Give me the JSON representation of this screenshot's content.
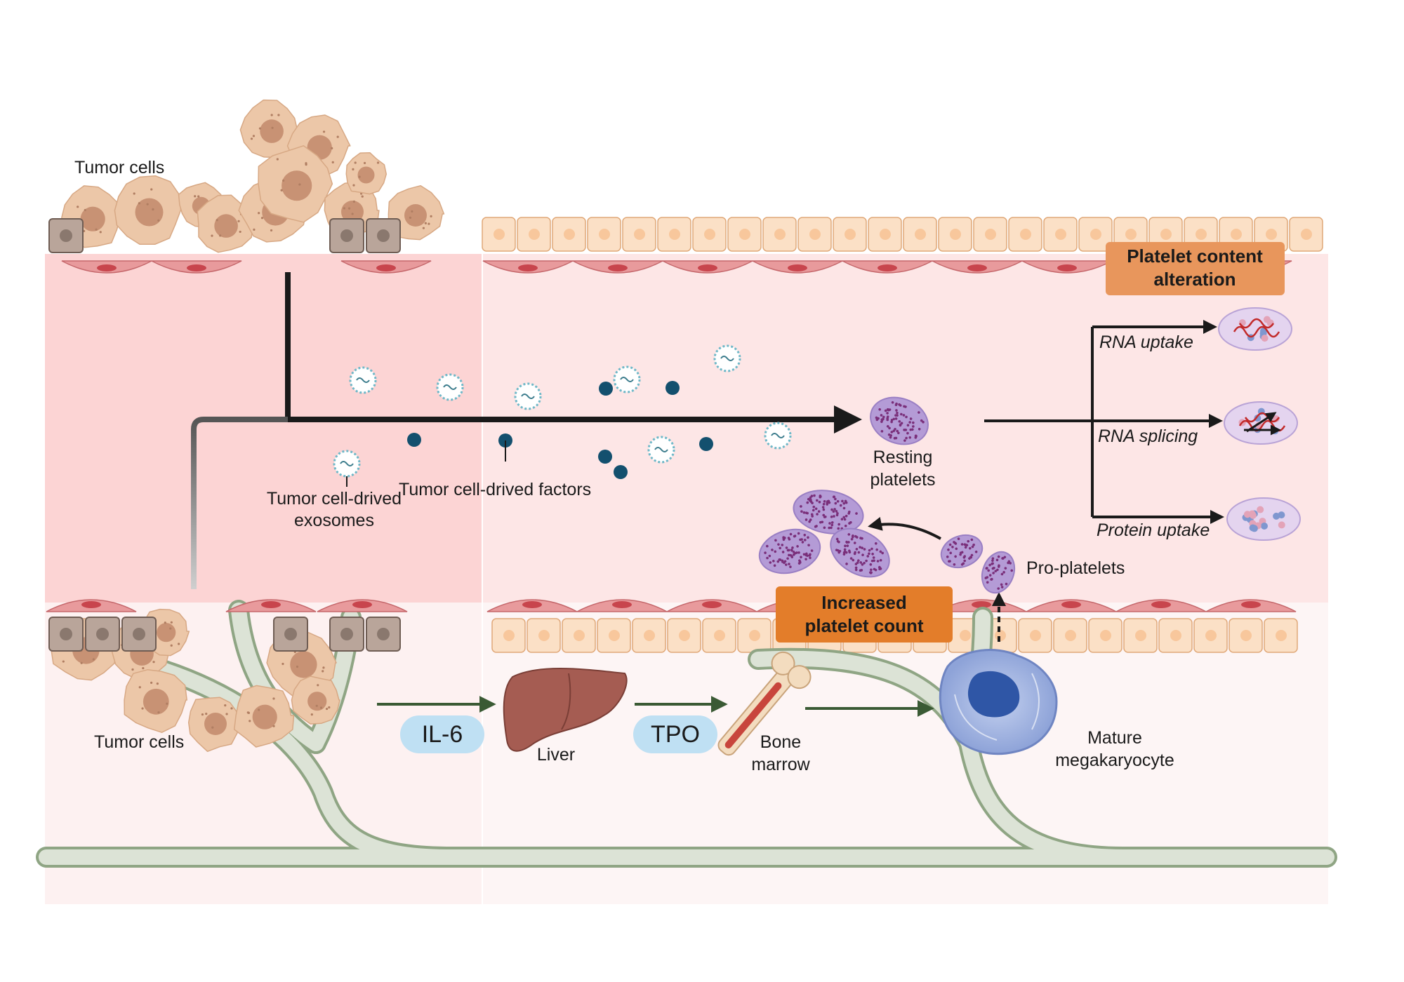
{
  "labels": {
    "tumor_cells_top": "Tumor cells",
    "tumor_cells_bottom": "Tumor cells",
    "exosomes_line1": "Tumor cell-drived",
    "exosomes_line2": "exosomes",
    "factors": "Tumor cell-drived factors",
    "resting_line1": "Resting",
    "resting_line2": "platelets",
    "pro_platelets": "Pro-platelets",
    "content_alteration_line1": "Platelet content",
    "content_alteration_line2": "alteration",
    "increased_line1": "Increased",
    "increased_line2": "platelet count",
    "rna_uptake": "RNA uptake",
    "rna_splicing": "RNA splicing",
    "protein_uptake": "Protein uptake",
    "il6": "IL-6",
    "tpo": "TPO",
    "liver": "Liver",
    "bone_line1": "Bone",
    "bone_line2": "marrow",
    "mk_line1": "Mature",
    "mk_line2": "megakaryocyte"
  },
  "colors": {
    "left_panel": "#fcd4d4",
    "right_panel": "#fde6e6",
    "lower_panel": "#fdf3f3",
    "endothelium": "#e89a9c",
    "epithelium": "#fbe0c6",
    "tumor_cell": "#ecc7a8",
    "tumor_nucleus": "#c89274",
    "vessel": "#dce3d6",
    "vessel_edge": "#8fa584",
    "platelet": "#b49bd6",
    "platelet_granule": "#7a2f7a",
    "factor": "#13506e",
    "exosome": "#6fb8c8",
    "callout": "#e8965c",
    "callout_dark": "#e37d2a",
    "pill": "#bfe0f3",
    "liver": "#a55c52",
    "megakaryocyte": "#9ab0e0",
    "arrow": "#1a1a1a",
    "green_arrow": "#3a5a34"
  }
}
